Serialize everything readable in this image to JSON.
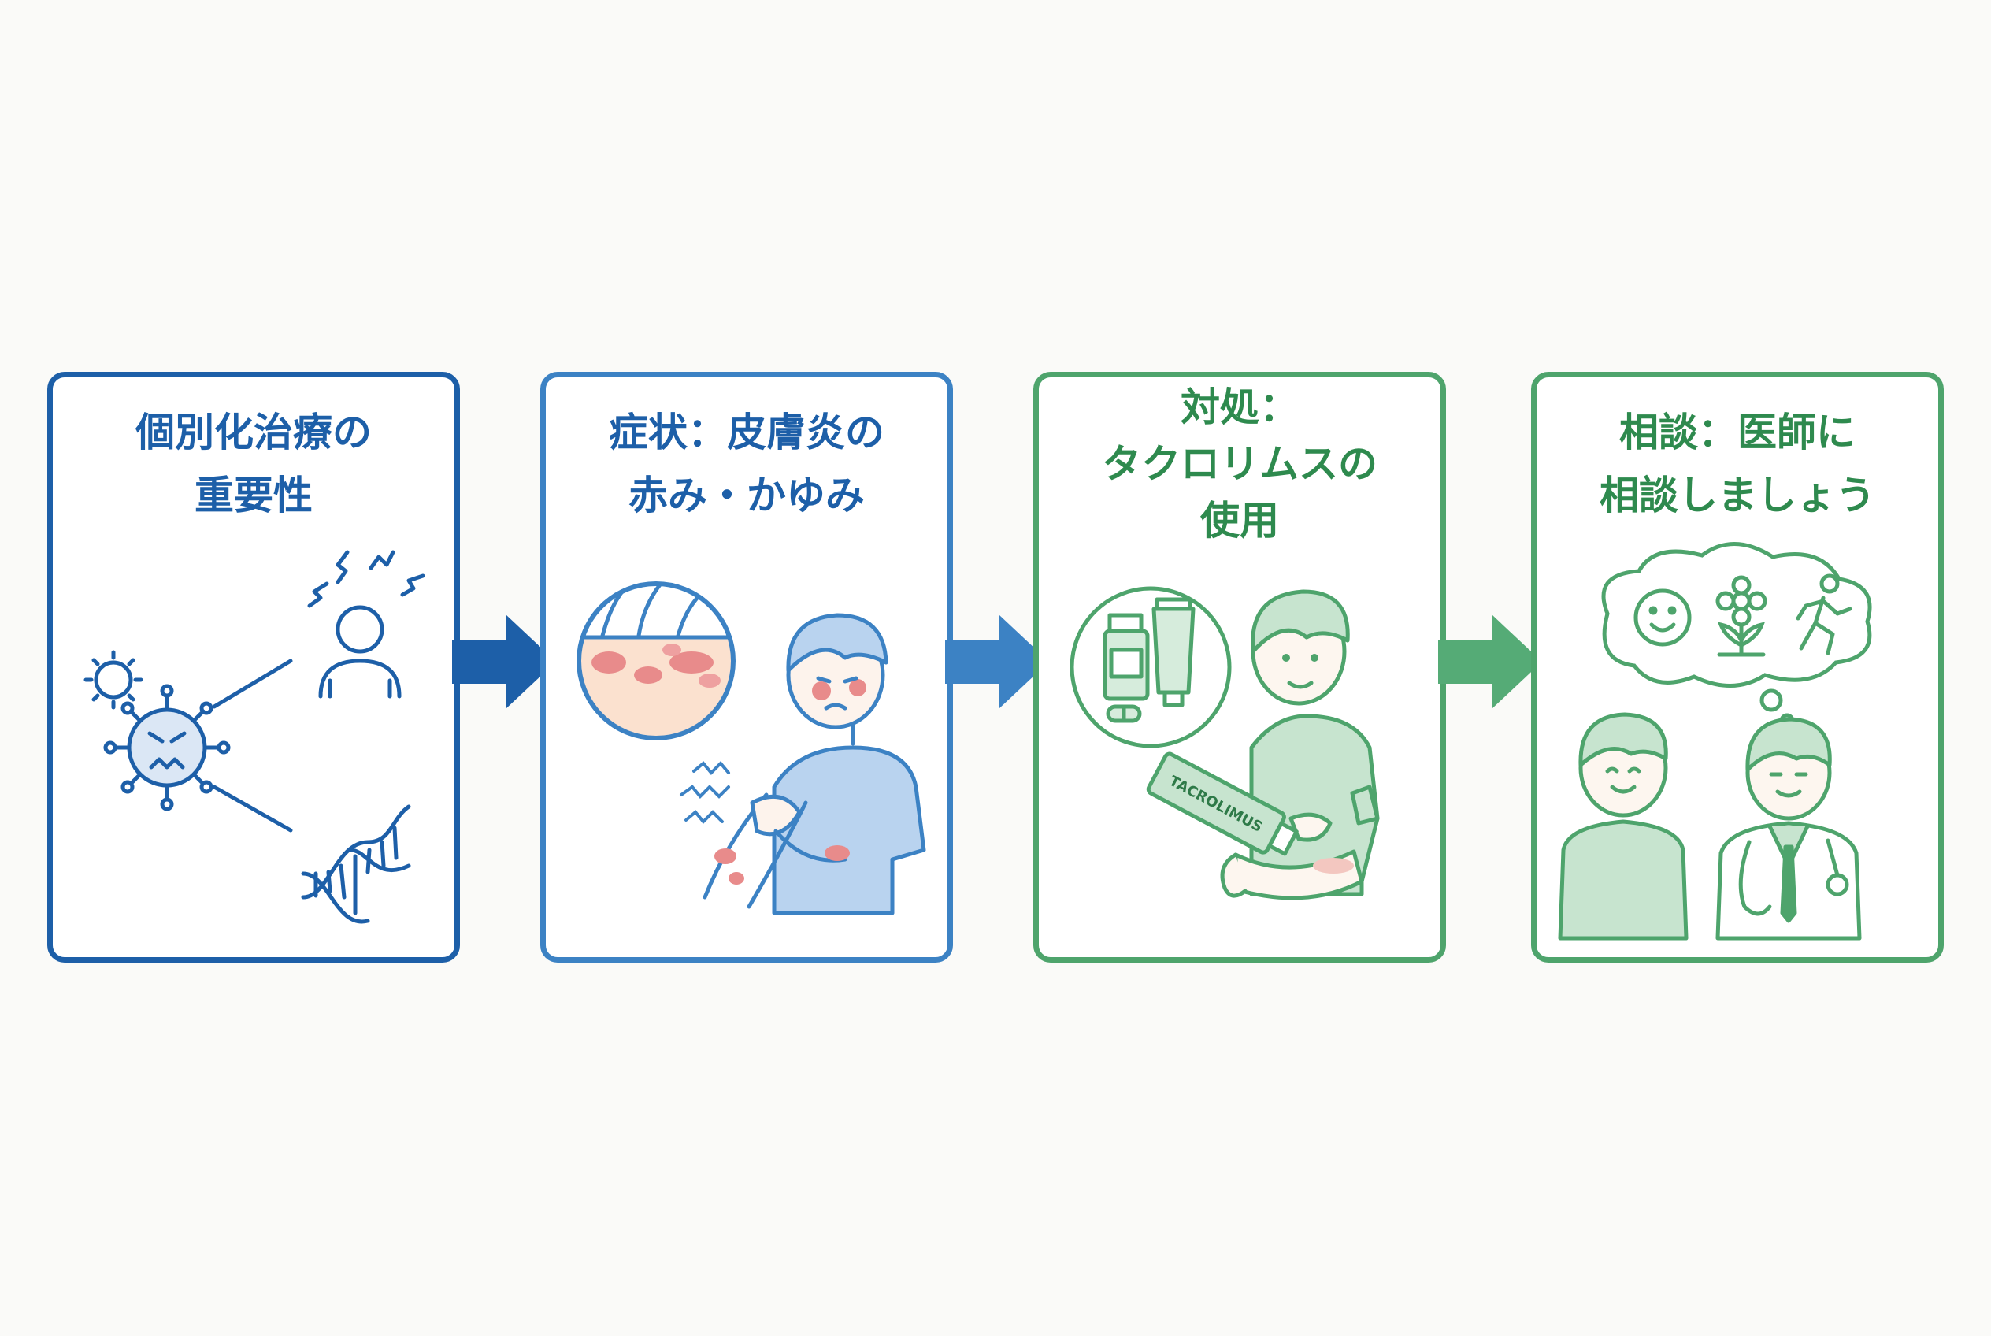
{
  "colors": {
    "panel1": "#1d5fa8",
    "panel2": "#3c82c4",
    "panel3": "#4ea46c",
    "panel4": "#4ea46c",
    "arrow1": "#1d5fa8",
    "arrow2": "#3c82c4",
    "arrow3": "#55ab76",
    "rash": "#e88b8b",
    "shirt_blue": "#b9d3ef",
    "shirt_green": "#c7e4cf"
  },
  "panels": [
    {
      "title_lines": [
        "個別化治療の",
        "重要性"
      ],
      "icons": [
        "virus-icon",
        "small-virus-icon",
        "person-stressed-icon",
        "dna-icon"
      ]
    },
    {
      "title_lines": [
        "症状：皮膚炎の",
        "赤み・かゆみ"
      ],
      "icons": [
        "skin-closeup-icon",
        "itchy-person-icon",
        "itch-zigzag-icon"
      ]
    },
    {
      "title_lines": [
        "対処：",
        "タクロリムスの",
        "使用"
      ],
      "icons": [
        "medicine-bottles-icon",
        "ointment-tube-icon",
        "person-applying-cream-icon"
      ],
      "tube_label": "TACROLIMUS"
    },
    {
      "title_lines": [
        "相談：医師に",
        "相談しましょう"
      ],
      "icons": [
        "thought-bubble-icon",
        "smile-icon",
        "flower-icon",
        "running-person-icon",
        "patient-icon",
        "doctor-icon"
      ]
    }
  ]
}
